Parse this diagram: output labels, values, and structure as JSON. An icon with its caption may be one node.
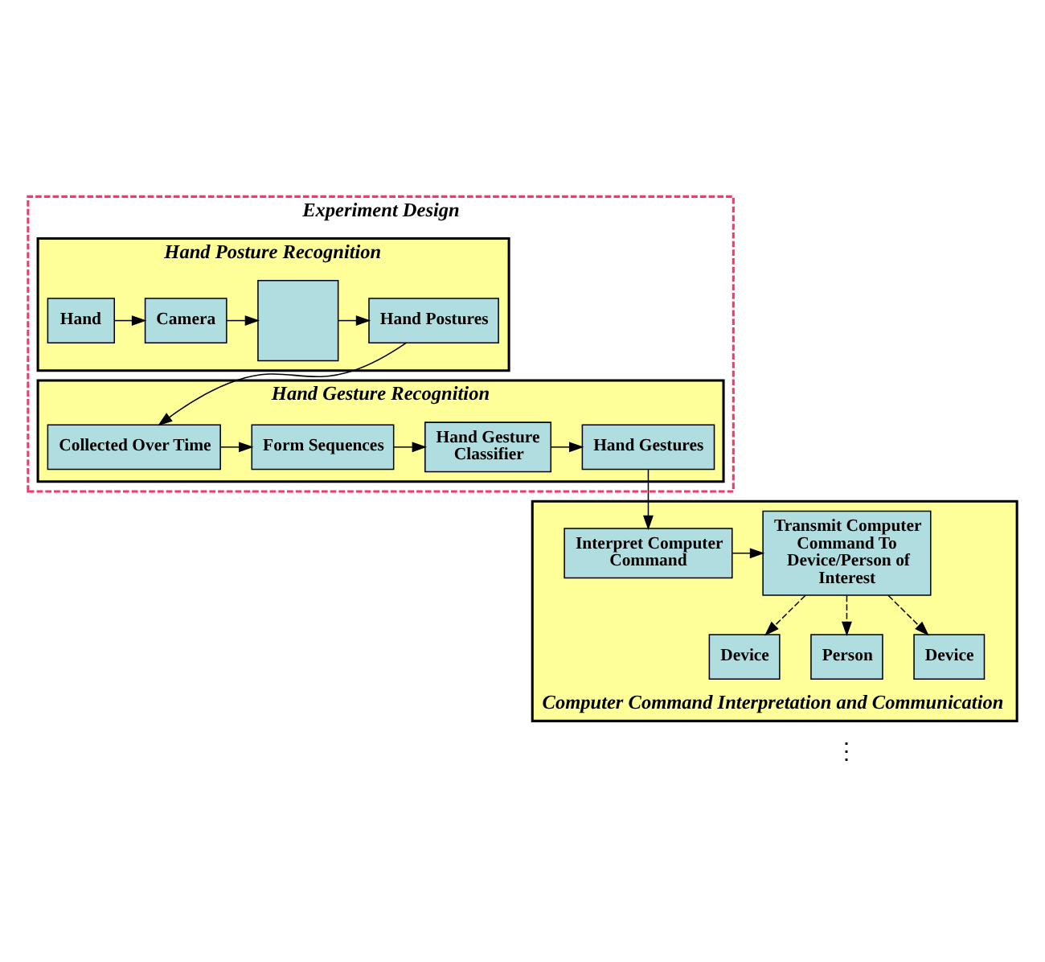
{
  "diagram": {
    "nodes": [
      {
        "text": [
          "Experiment Design"
        ]
      },
      {
        "text": [
          "Hand Posture Recognition"
        ],
        "in": 0
      },
      {
        "text": [
          "Hand"
        ],
        "in": 1
      },
      {
        "text": [
          "Camera"
        ],
        "in": 1
      },
      {
        "text": [],
        "shape": "box",
        "in": 1
      },
      {
        "text": [
          "Hand Postures"
        ],
        "in": 1
      },
      {
        "text": [
          "Hand Gesture Recognition"
        ],
        "in": 0
      },
      {
        "text": [
          "Collected Over Time"
        ],
        "in": 6
      },
      {
        "text": [
          "Form Sequences"
        ],
        "in": 6
      },
      {
        "text": [
          "Hand Gesture Classifier"
        ],
        "in": 6
      },
      {
        "text": [
          "Hand Gestures"
        ],
        "in": 6
      },
      {
        "text": [
          "Computer Command Interpretation and Communication"
        ]
      },
      {
        "text": [
          "Interpret Computer Command"
        ],
        "in": 11
      },
      {
        "text": [
          "Transmit Computer Command To Device/Person of Interest"
        ],
        "in": 11
      },
      {
        "text": [
          "Device"
        ],
        "in": 11
      },
      {
        "text": [
          "Person"
        ],
        "in": 11
      },
      {
        "text": [
          "Device"
        ],
        "in": 11
      }
    ],
    "edges": [
      {
        "from": 2,
        "to": 3,
        "arrow": "to"
      },
      {
        "from": 3,
        "to": 4,
        "arrow": "to"
      },
      {
        "from": 4,
        "to": 5,
        "arrow": "to"
      },
      {
        "from": 5,
        "to": 7,
        "arrow": "to"
      },
      {
        "from": 7,
        "to": 8,
        "arrow": "to"
      },
      {
        "from": 8,
        "to": 9,
        "arrow": "to"
      },
      {
        "from": 9,
        "to": 10,
        "arrow": "to"
      },
      {
        "from": 10,
        "to": 12,
        "arrow": "to"
      },
      {
        "from": 12,
        "to": 13,
        "arrow": "to"
      },
      {
        "from": 13,
        "to": 14,
        "arrow": "to",
        "style": "dashed"
      },
      {
        "from": 13,
        "to": 15,
        "arrow": "to",
        "style": "dashed"
      },
      {
        "from": 13,
        "to": 16,
        "arrow": "to",
        "style": "dashed"
      }
    ],
    "labels": [
      "⋮"
    ]
  }
}
